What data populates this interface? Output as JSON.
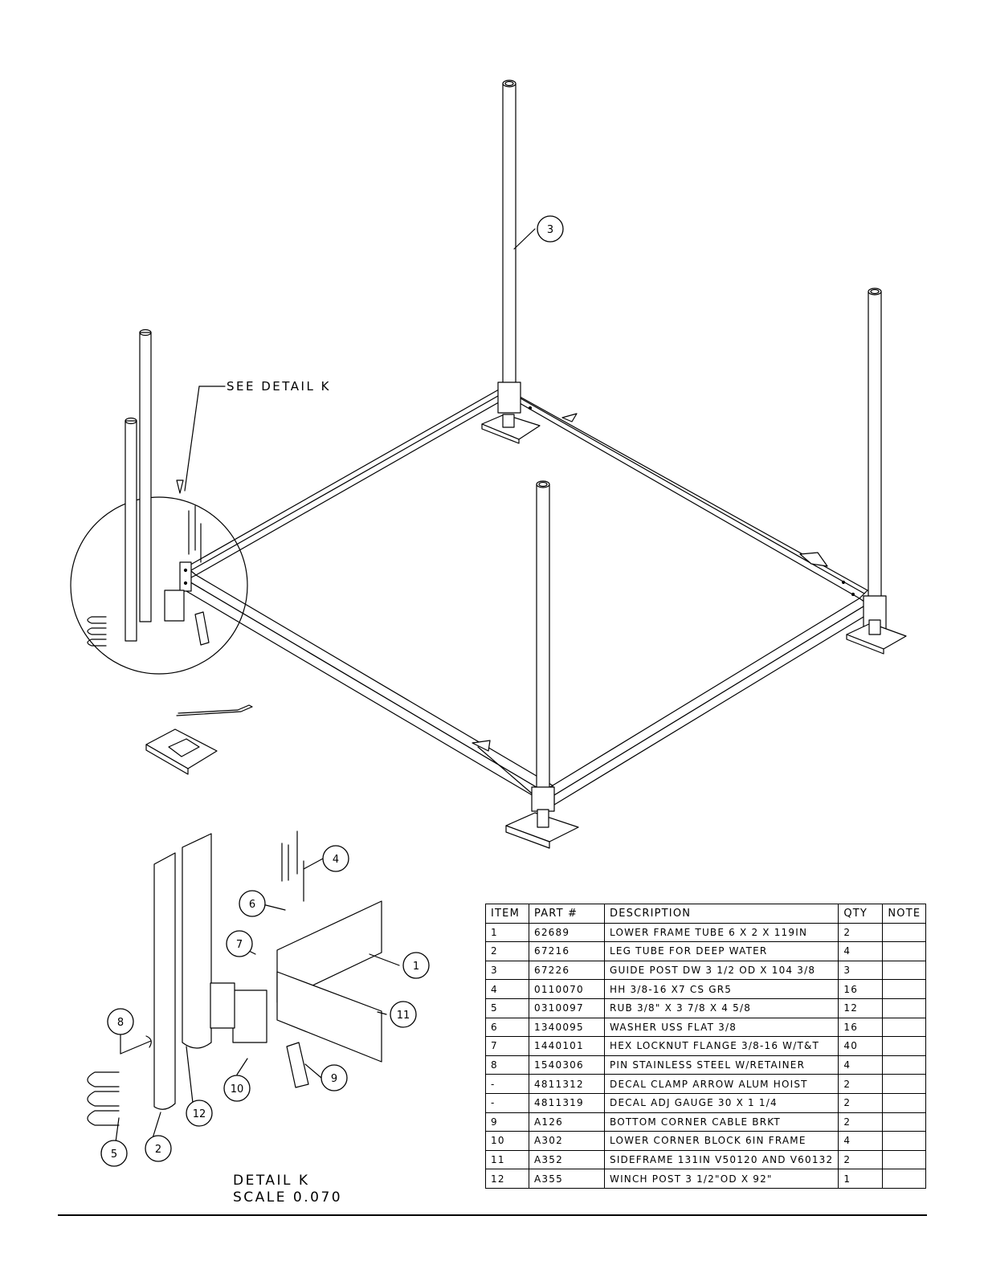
{
  "detail_note": "SEE DETAIL  K",
  "detail_title": "DETAIL  K",
  "detail_scale": "SCALE  0.070",
  "callouts": {
    "c1": "1",
    "c2": "2",
    "c3": "3",
    "c4": "4",
    "c5": "5",
    "c6": "6",
    "c7": "7",
    "c8": "8",
    "c9": "9",
    "c10": "10",
    "c11": "11",
    "c12": "12"
  },
  "bom": {
    "headers": {
      "item": "ITEM",
      "part": "PART #",
      "desc": "DESCRIPTION",
      "qty": "QTY",
      "note": "NOTE"
    },
    "rows": [
      {
        "item": "1",
        "part": "62689",
        "desc": "LOWER FRAME TUBE  6 X 2 X 119IN",
        "qty": "2",
        "note": ""
      },
      {
        "item": "2",
        "part": "67216",
        "desc": "LEG TUBE FOR DEEP WATER",
        "qty": "4",
        "note": ""
      },
      {
        "item": "3",
        "part": "67226",
        "desc": "GUIDE POST  DW 3 1/2 OD X 104 3/8",
        "qty": "3",
        "note": ""
      },
      {
        "item": "4",
        "part": "0110070",
        "desc": "HH 3/8-16 X7 CS GR5",
        "qty": "16",
        "note": ""
      },
      {
        "item": "5",
        "part": "0310097",
        "desc": "RUB 3/8\" X 3 7/8 X 4 5/8",
        "qty": "12",
        "note": ""
      },
      {
        "item": "6",
        "part": "1340095",
        "desc": "WASHER USS FLAT 3/8",
        "qty": "16",
        "note": ""
      },
      {
        "item": "7",
        "part": "1440101",
        "desc": "HEX LOCKNUT FLANGE 3/8-16 W/T&T",
        "qty": "40",
        "note": ""
      },
      {
        "item": "8",
        "part": "1540306",
        "desc": "PIN STAINLESS STEEL W/RETAINER",
        "qty": "4",
        "note": ""
      },
      {
        "item": "-",
        "part": "4811312",
        "desc": "DECAL CLAMP ARROW ALUM HOIST",
        "qty": "2",
        "note": ""
      },
      {
        "item": "-",
        "part": "4811319",
        "desc": "DECAL ADJ GAUGE 30 X 1 1/4",
        "qty": "2",
        "note": ""
      },
      {
        "item": "9",
        "part": "A126",
        "desc": "BOTTOM CORNER CABLE BRKT",
        "qty": "2",
        "note": ""
      },
      {
        "item": "10",
        "part": "A302",
        "desc": "LOWER CORNER BLOCK 6IN FRAME",
        "qty": "4",
        "note": ""
      },
      {
        "item": "11",
        "part": "A352",
        "desc": "SIDEFRAME 131IN  V50120 AND V60132",
        "qty": "2",
        "note": ""
      },
      {
        "item": "12",
        "part": "A355",
        "desc": "WINCH POST  3 1/2\"OD X 92\"",
        "qty": "1",
        "note": ""
      }
    ]
  }
}
